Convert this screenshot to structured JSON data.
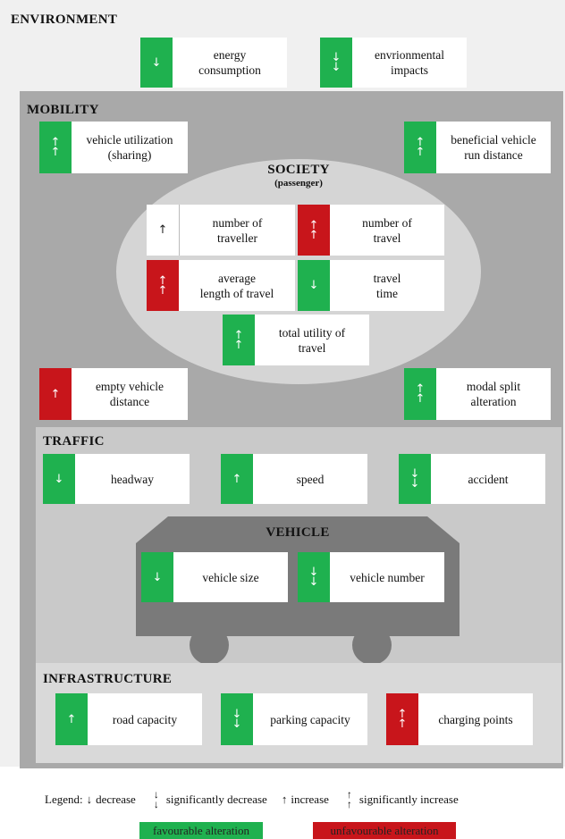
{
  "environment": {
    "title": "ENVIRONMENT",
    "energy": {
      "label": "energy\nconsumption",
      "arrow": "↓",
      "color": "green"
    },
    "impacts": {
      "label": "envrionmental\nimpacts",
      "arrow": "↓↓",
      "color": "green"
    }
  },
  "mobility": {
    "title": "MOBILITY",
    "vehicle_util": {
      "label": "vehicle utilization\n(sharing)",
      "arrow": "↑↑",
      "color": "green"
    },
    "beneficial": {
      "label": "beneficial vehicle\nrun distance",
      "arrow": "↑↑",
      "color": "green"
    },
    "empty": {
      "label": "empty vehicle\ndistance",
      "arrow": "↑",
      "color": "red"
    },
    "modal": {
      "label": "modal split\nalteration",
      "arrow": "↑↑",
      "color": "green"
    }
  },
  "society": {
    "title": "SOCIETY",
    "subtitle": "(passenger)",
    "traveller": {
      "label": "number of\ntraveller",
      "arrow": "↑",
      "color": "white"
    },
    "travel_count": {
      "label": "number of\ntravel",
      "arrow": "↑↑",
      "color": "red"
    },
    "avg_length": {
      "label": "average\nlength of travel",
      "arrow": "↑↑",
      "color": "red"
    },
    "travel_time": {
      "label": "travel\ntime",
      "arrow": "↓",
      "color": "green"
    },
    "utility": {
      "label": "total utility of\ntravel",
      "arrow": "↑↑",
      "color": "green"
    }
  },
  "traffic": {
    "title": "TRAFFIC",
    "headway": {
      "label": "headway",
      "arrow": "↓",
      "color": "green"
    },
    "speed": {
      "label": "speed",
      "arrow": "↑",
      "color": "green"
    },
    "accident": {
      "label": "accident",
      "arrow": "↓↓",
      "color": "green"
    }
  },
  "vehicle": {
    "title": "VEHICLE",
    "size": {
      "label": "vehicle size",
      "arrow": "↓",
      "color": "green"
    },
    "number": {
      "label": "vehicle number",
      "arrow": "↓↓",
      "color": "green"
    }
  },
  "infrastructure": {
    "title": "INFRASTRUCTURE",
    "road": {
      "label": "road capacity",
      "arrow": "↑",
      "color": "green"
    },
    "parking": {
      "label": "parking capacity",
      "arrow": "↓↓",
      "color": "green"
    },
    "charging": {
      "label": "charging points",
      "arrow": "↑↑",
      "color": "red"
    }
  },
  "legend": {
    "prefix": "Legend:",
    "decrease_arrow": "↓",
    "decrease": "decrease",
    "sig_decrease_arrow": "↓↓",
    "sig_decrease": "significantly decrease",
    "increase_arrow": "↑",
    "increase": "increase",
    "sig_increase_arrow": "↑↑",
    "sig_increase": "significantly increase",
    "favourable": "favourable alteration",
    "unfavourable": "unfavourable alteration"
  },
  "colors": {
    "green": "#1fb14f",
    "red": "#c8151b"
  }
}
